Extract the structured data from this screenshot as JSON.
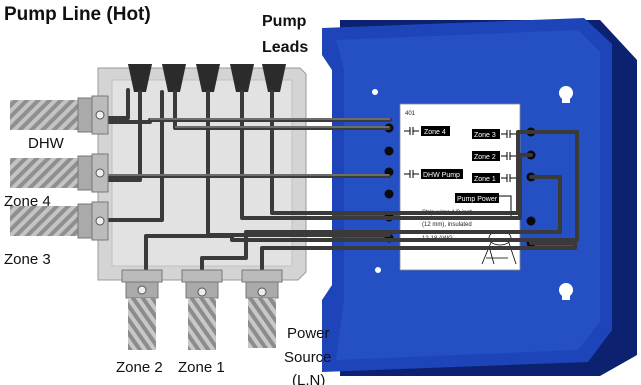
{
  "title": "Pump Line (Hot)",
  "pump_leads_label_line1": "Pump",
  "pump_leads_label_line2": "Leads",
  "cable_labels": {
    "dhw": "DHW",
    "zone4": "Zone 4",
    "zone3": "Zone 3",
    "zone2": "Zone 2",
    "zone1": "Zone 1"
  },
  "power_source_line1": "Power",
  "power_source_line2": "Source",
  "power_source_line3": "(L,N)",
  "module": {
    "model": "401",
    "terminals": {
      "zone4": "Zone 4",
      "zone3": "Zone 3",
      "zone2": "Zone 2",
      "dhw_pump": "DHW Pump",
      "zone1": "Zone 1",
      "pump_power": "Pump Power"
    },
    "instructions": {
      "line1": "Strip wires 1/2 inch",
      "line2": "(12 mm), insulated",
      "line3": "12-18 AWG"
    }
  },
  "colors": {
    "module_blue": "#1a3fb0",
    "module_dark": "#0c2270",
    "junction_box": "#dadada",
    "conduit": "#a8a8a8",
    "wire": "#3a3a3a"
  }
}
